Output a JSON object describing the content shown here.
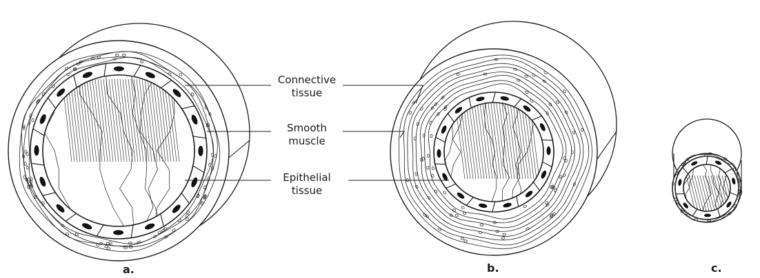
{
  "labels": {
    "connective": {
      "line1": "Connective",
      "line2": "tissue"
    },
    "smooth": {
      "line1": "Smooth",
      "line2": "muscle"
    },
    "epithelial": {
      "line1": "Epithelial",
      "line2": "tissue"
    }
  },
  "panels": {
    "a": "a.",
    "b": "b.",
    "c": "c."
  },
  "colors": {
    "ink": "#1a1a1a",
    "nucleus": "#111111",
    "background": "#ffffff"
  }
}
